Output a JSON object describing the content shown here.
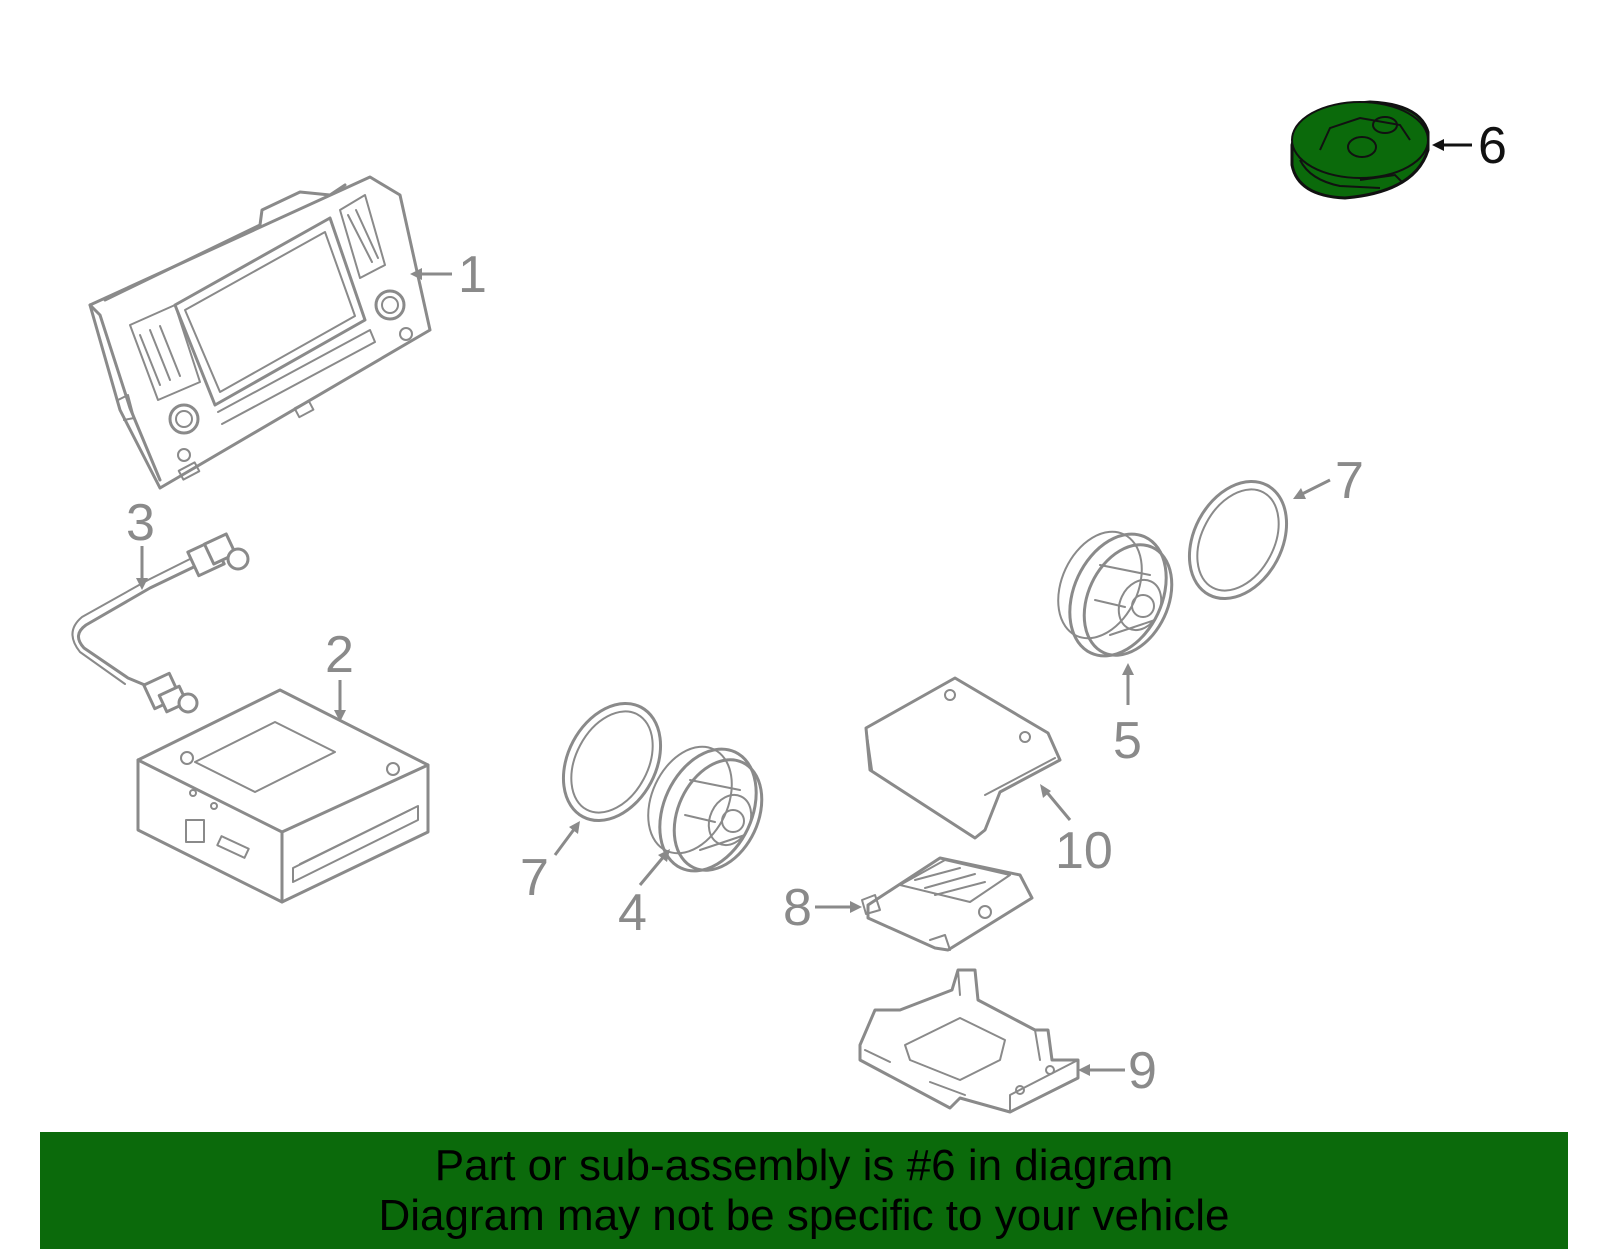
{
  "callouts": [
    {
      "id": "1",
      "label": "1"
    },
    {
      "id": "2",
      "label": "2"
    },
    {
      "id": "3",
      "label": "3"
    },
    {
      "id": "4",
      "label": "4"
    },
    {
      "id": "5",
      "label": "5"
    },
    {
      "id": "6",
      "label": "6",
      "highlighted": true
    },
    {
      "id": "7a",
      "label": "7"
    },
    {
      "id": "7b",
      "label": "7"
    },
    {
      "id": "8",
      "label": "8"
    },
    {
      "id": "9",
      "label": "9"
    },
    {
      "id": "10",
      "label": "10"
    }
  ],
  "highlight_color": "#0b6a0b",
  "banner": {
    "line1": "Part or sub-assembly is #6 in diagram",
    "line2": "Diagram may not be specific to your vehicle"
  }
}
